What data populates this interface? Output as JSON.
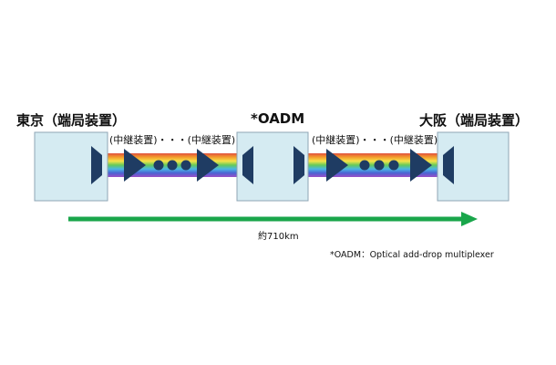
{
  "nodes": {
    "tokyo": "東京（端局装置）",
    "oadm": "*OADM",
    "osaka": "大阪（端局装置）"
  },
  "repeater_labels": {
    "left": "(中継装置)・・・(中継装置)",
    "right": "(中継装置)・・・(中継装置)"
  },
  "distance": "約710km",
  "footnote": "*OADM：Optical add-drop multiplexer",
  "colors": {
    "box_fill": "#d5ebf2",
    "box_stroke": "#8fa6b4",
    "amplifier": "#1f3c63",
    "arrow": "#1aa64b",
    "rainbow": [
      "#e0503e",
      "#f39b2c",
      "#f5e34a",
      "#63c95a",
      "#4ab7e4",
      "#4a63d3",
      "#9a4fc6"
    ]
  },
  "icons": {
    "amplifier": "amplifier-triangle-icon",
    "terminal": "trapezoid-connector-icon",
    "ellipsis": "dots-icon"
  }
}
